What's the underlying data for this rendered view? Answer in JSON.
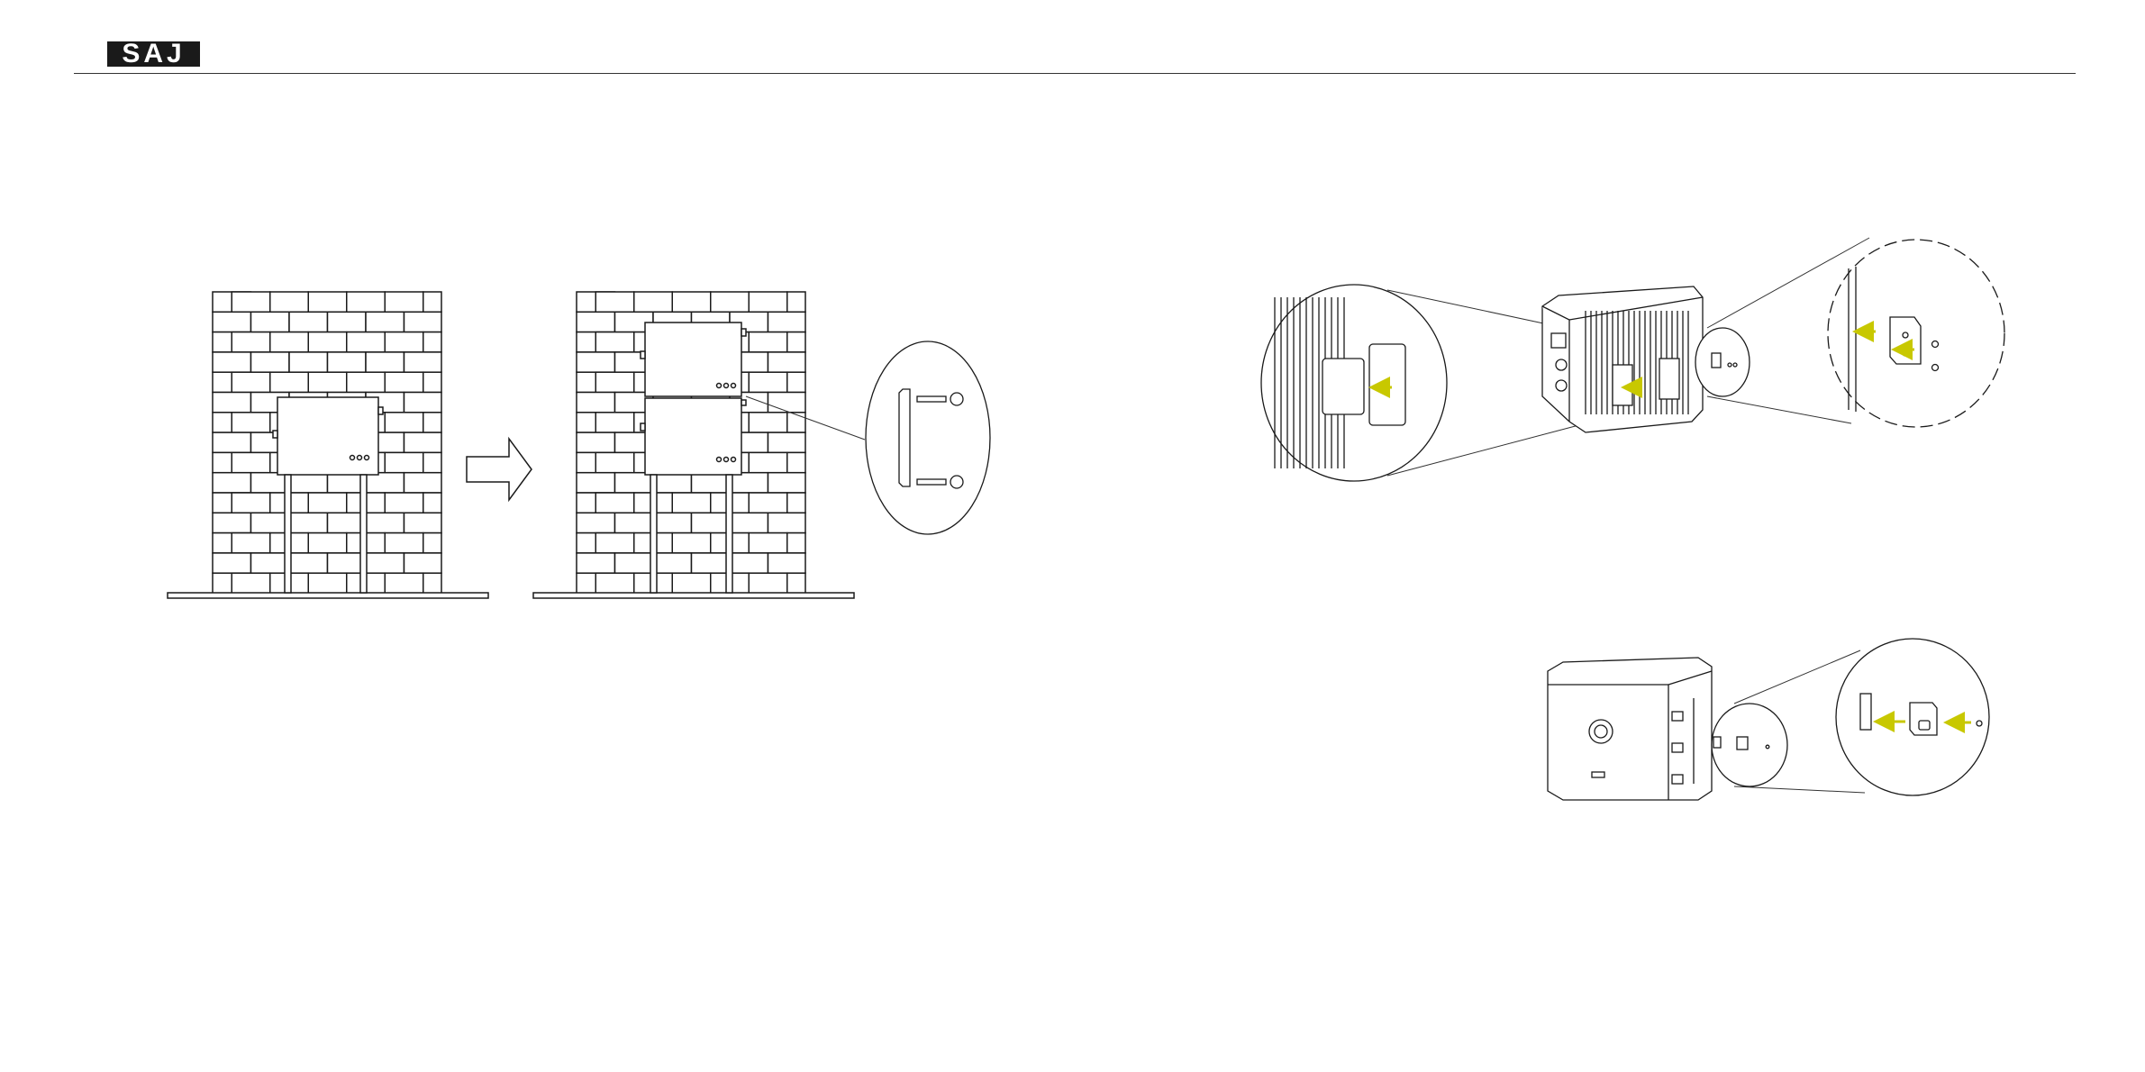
{
  "header": {
    "logo_text": "SAJ"
  },
  "colors": {
    "line": "#1a1a1a",
    "arrow_accent": "#c8c800",
    "background": "#ffffff"
  },
  "figures": [
    {
      "name": "stacked-installation-on-wall"
    },
    {
      "name": "side-bracket-fixing-detail"
    },
    {
      "name": "top-bracket-fixing-detail"
    }
  ]
}
